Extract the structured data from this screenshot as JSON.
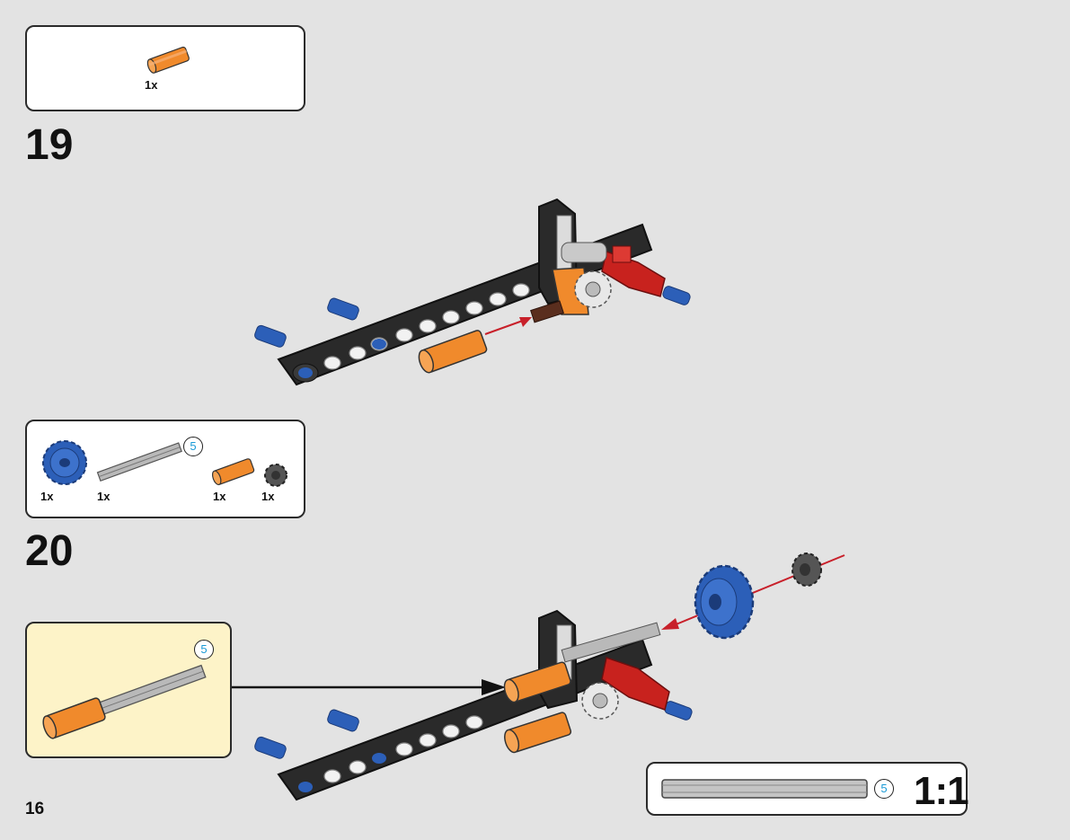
{
  "page_number": "16",
  "steps": [
    {
      "number": "19",
      "parts": [
        {
          "part": "orange-axle-connector",
          "qty": "1x"
        }
      ]
    },
    {
      "number": "20",
      "parts": [
        {
          "part": "blue-gear-20-tooth",
          "qty": "1x"
        },
        {
          "part": "grey-axle-5",
          "qty": "1x",
          "length": "5"
        },
        {
          "part": "orange-axle-connector",
          "qty": "1x"
        },
        {
          "part": "dark-grey-gear-12-tooth",
          "qty": "1x"
        }
      ],
      "subassembly": {
        "axle_length": "5"
      }
    }
  ],
  "scale_reference": {
    "axle_length": "5",
    "label": "1:1"
  },
  "colors": {
    "background": "#e3e3e3",
    "subassembly_bg": "#fdf3c8",
    "orange": "#f08a2c",
    "blue": "#2c5fb8",
    "red": "#c8221e",
    "beam": "#2a2a2a",
    "arrow": "#c8202a"
  }
}
